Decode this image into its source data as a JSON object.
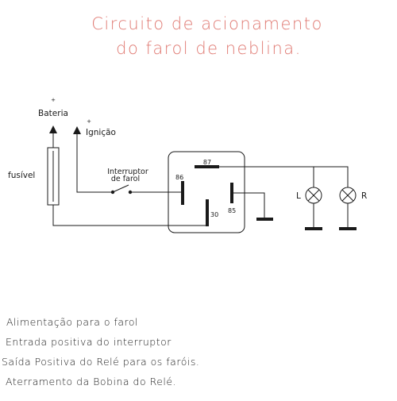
{
  "title": {
    "line1": "Circuito de acionamento",
    "line2": "do farol de neblina."
  },
  "colors": {
    "title": "#e07b74",
    "line": "#1a1a1a"
  },
  "labels": {
    "battery_plus": "+",
    "battery": "Bateria",
    "ignition_plus": "+",
    "ignition": "Ignição",
    "fuse": "fusível",
    "switch_line1": "Interruptor",
    "switch_line2": "de farol",
    "pin_87": "87",
    "pin_86": "86",
    "pin_85": "85",
    "pin_30": "30",
    "lamp_left": "L",
    "lamp_right": "R"
  },
  "legend": [
    "Alimentação para o farol",
    "Entrada positiva do interruptor",
    "Saída Positiva do Relé para os faróis.",
    "Aterramento da Bobina do Relé."
  ]
}
